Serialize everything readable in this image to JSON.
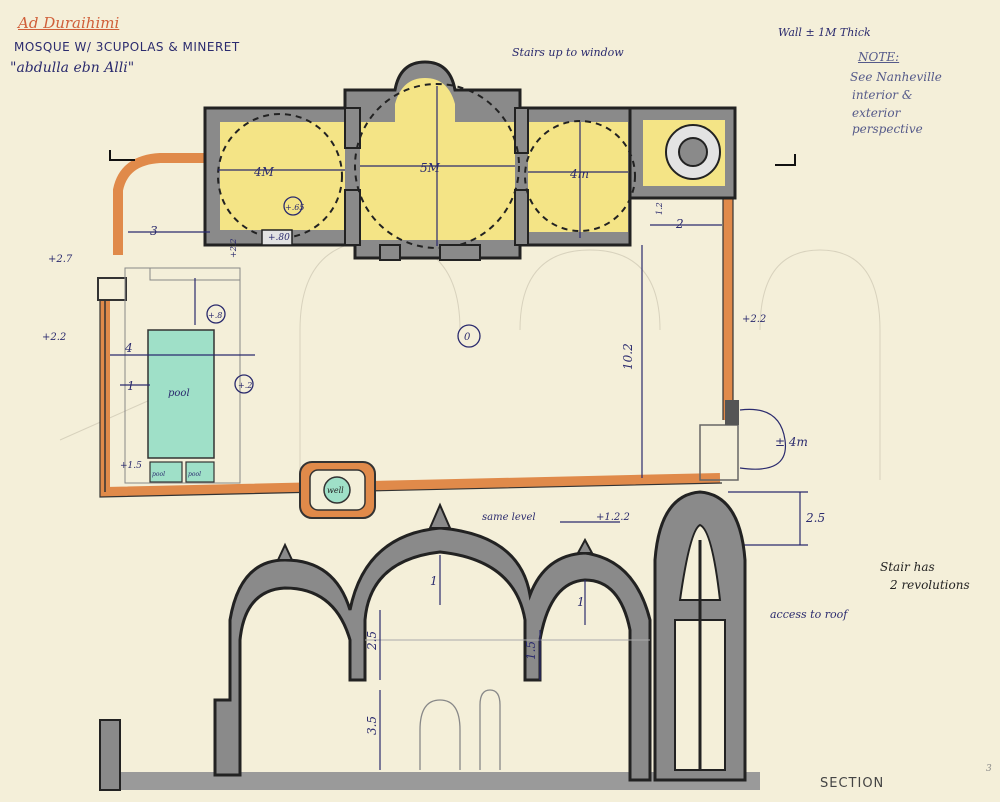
{
  "sheet": {
    "place_title": "Ad Duraihimi",
    "subtitle_line1": "MOSQUE W/ 3CUPOLAS & MINERET",
    "subtitle_line2": "\"abdulla ebn Alli\"",
    "wall_note": "Wall ± 1M Thick",
    "note_heading": "NOTE:",
    "note_body": [
      "See Nanheville",
      "interior &",
      "exterior",
      "perspective"
    ],
    "stair_note_1": "Stairs up to window",
    "stair_note_2": [
      "Stair has",
      "2 revolutions"
    ],
    "access_note": "access to roof",
    "same_level_note": "same level",
    "section_label": "SECTION",
    "page_number": "3",
    "colors": {
      "paper": "#f4efd9",
      "ink": "#2b2b6e",
      "wall_grey": "#7d7d7d",
      "cupola_yellow": "#f4e486",
      "pool_green": "#9fe0c8",
      "wall_orange": "#e08a4a"
    }
  },
  "plan": {
    "dims": {
      "left_dome": "4M",
      "center_dome": "5M",
      "right_dome": "4m",
      "width_x": "4",
      "courtyard_height": "10.2",
      "offset_3": "3",
      "offset_1": "1",
      "height_4m": "± 4m",
      "height_25": "2.5",
      "dim_2": "2"
    },
    "levels": {
      "zero": "0",
      "lvl_27": "+2.7",
      "lvl_22_left": "+2.2",
      "lvl_22_right": "+2.2",
      "lvl_80": "+.80",
      "lvl_65": "+.65",
      "lvl_1_5": "+1.5",
      "lvl_12": "1.2",
      "lvl_22_top": "+2.2",
      "lvl_2": "+.2",
      "lvl_8": "+.8"
    },
    "pool_label": "pool",
    "well_label": "well",
    "pool_cells": [
      "pool",
      "pool"
    ]
  },
  "section": {
    "dims": {
      "h1": "1",
      "h2": "2.5",
      "h3": "3.5",
      "h4": "1.5",
      "h5": "1",
      "h6": "+1.2.2"
    }
  }
}
